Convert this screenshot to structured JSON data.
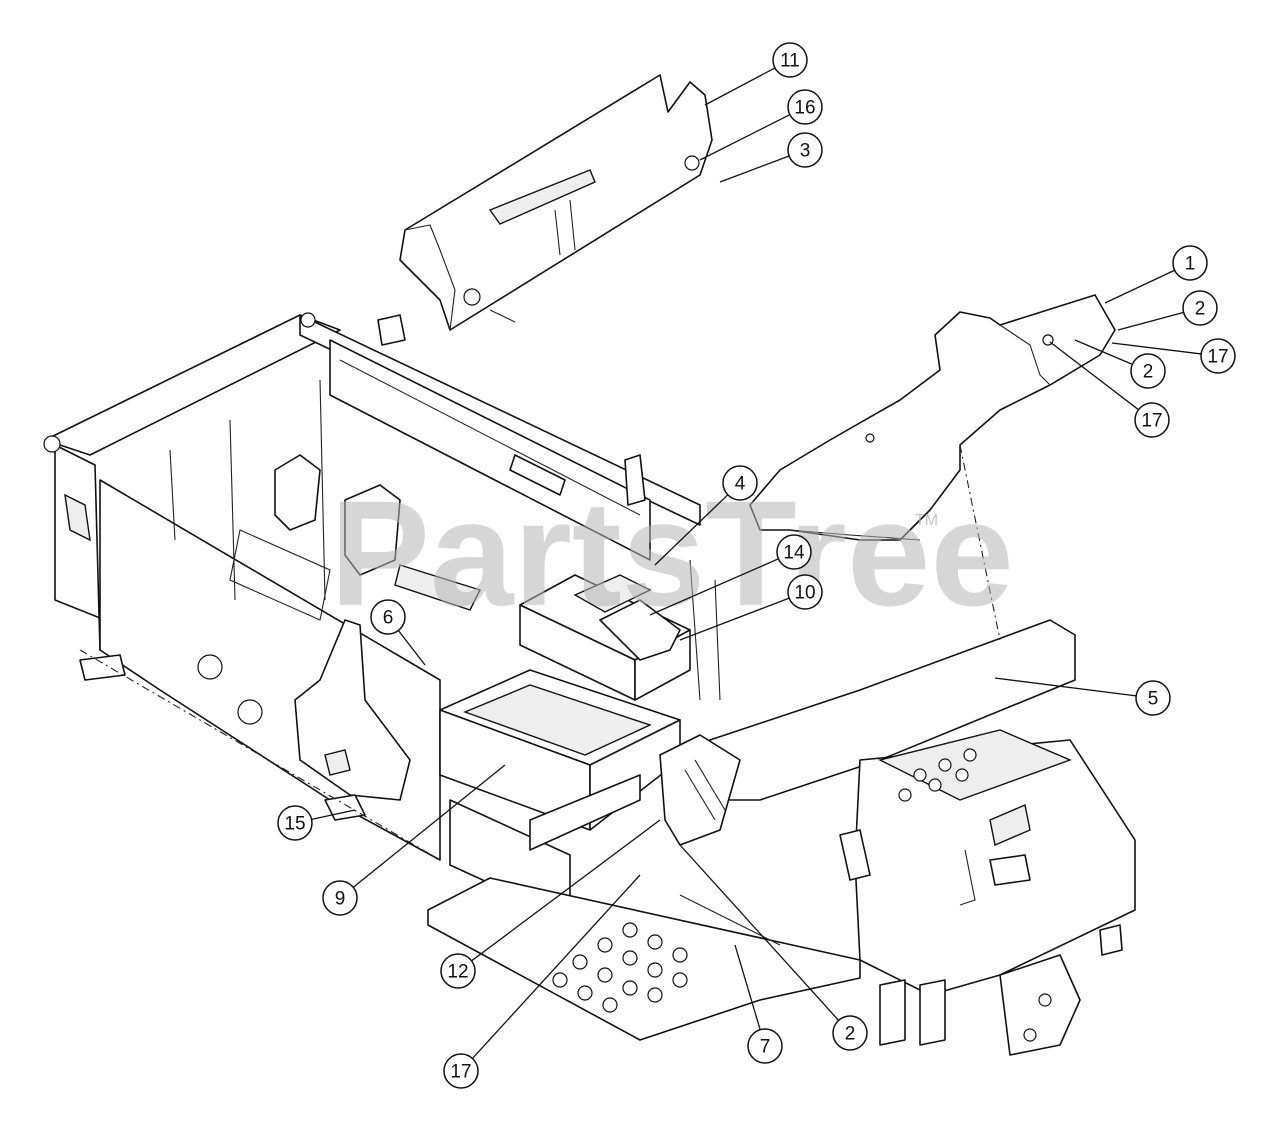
{
  "watermark": {
    "text": "PartsTree",
    "trademark": "TM"
  },
  "callouts": [
    {
      "label": "11"
    },
    {
      "label": "16"
    },
    {
      "label": "3"
    },
    {
      "label": "1"
    },
    {
      "label": "2"
    },
    {
      "label": "17"
    },
    {
      "label": "2"
    },
    {
      "label": "17"
    },
    {
      "label": "4"
    },
    {
      "label": "14"
    },
    {
      "label": "10"
    },
    {
      "label": "6"
    },
    {
      "label": "5"
    },
    {
      "label": "15"
    },
    {
      "label": "9"
    },
    {
      "label": "12"
    },
    {
      "label": "17"
    },
    {
      "label": "7"
    },
    {
      "label": "2"
    }
  ]
}
